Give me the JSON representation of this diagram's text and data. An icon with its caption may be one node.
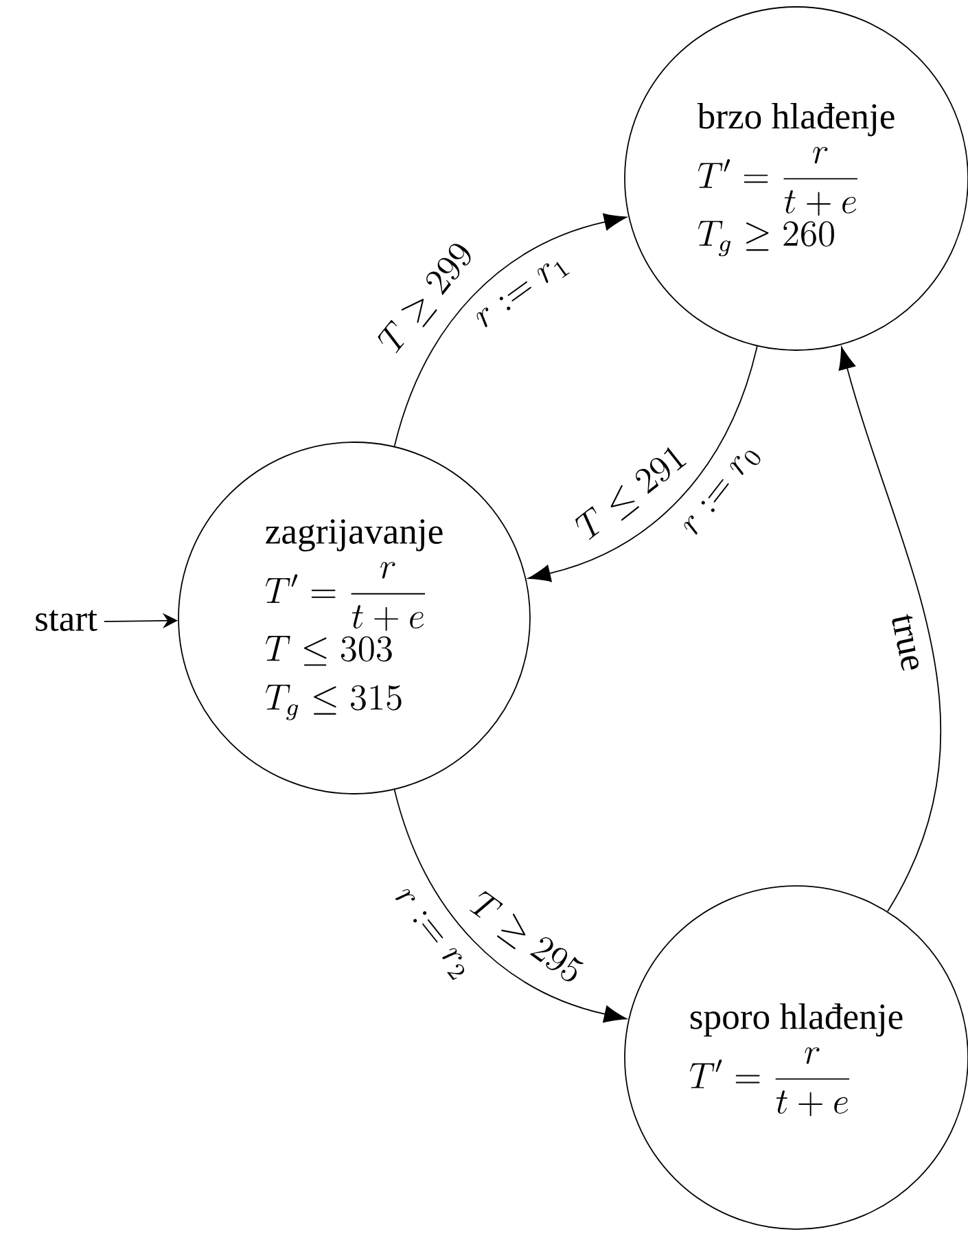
{
  "diagram": {
    "nodes": [
      {
        "text": [
          "brzo hlađenje",
          "T' = \\frac{r}{t+e}",
          "T_g \\geq 260"
        ]
      },
      {
        "text": [
          "zagrijavanje",
          "T' = \\frac{r}{t+e}",
          "T \\leq 303",
          "T_g \\leq 315"
        ]
      },
      {
        "text": [
          "sporo hlađenje",
          "T' = \\frac{r}{t+e}"
        ]
      },
      {
        "text": [
          "start"
        ]
      }
    ],
    "edges": [
      {
        "from": 1,
        "to": 0,
        "arrow": "to",
        "label": [
          "T \\geq 299",
          "r := r_1"
        ]
      },
      {
        "from": 0,
        "to": 1,
        "arrow": "to",
        "label": [
          "T \\leq 291",
          "r := r_0"
        ]
      },
      {
        "from": 1,
        "to": 2,
        "arrow": "to",
        "label": [
          "T \\geq 295",
          "r := r_2"
        ]
      },
      {
        "from": 2,
        "to": 0,
        "arrow": "to",
        "label": [
          "true"
        ]
      },
      {
        "from": 3,
        "to": 1,
        "arrow": "to"
      }
    ]
  }
}
